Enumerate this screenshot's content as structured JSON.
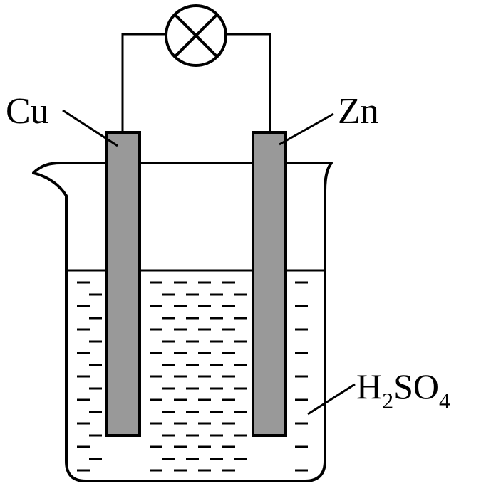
{
  "labels": {
    "left_electrode": "Cu",
    "right_electrode": "Zn",
    "solution_main": "H",
    "solution_sub1": "2",
    "solution_mid": "SO",
    "solution_sub2": "4"
  },
  "colors": {
    "electrode_fill": "#999999",
    "stroke": "#000000",
    "background": "#ffffff"
  },
  "icons": {
    "bulb": "lamp-cross-icon"
  }
}
